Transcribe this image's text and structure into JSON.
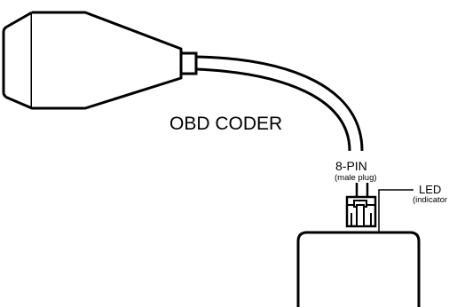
{
  "diagram": {
    "title": "OBD CODER",
    "connector": {
      "label": "8-PIN",
      "sublabel": "(male plug)"
    },
    "led": {
      "label": "LED",
      "sublabel": "(indicator"
    },
    "colors": {
      "stroke": "#000000",
      "background": "#ffffff"
    }
  }
}
